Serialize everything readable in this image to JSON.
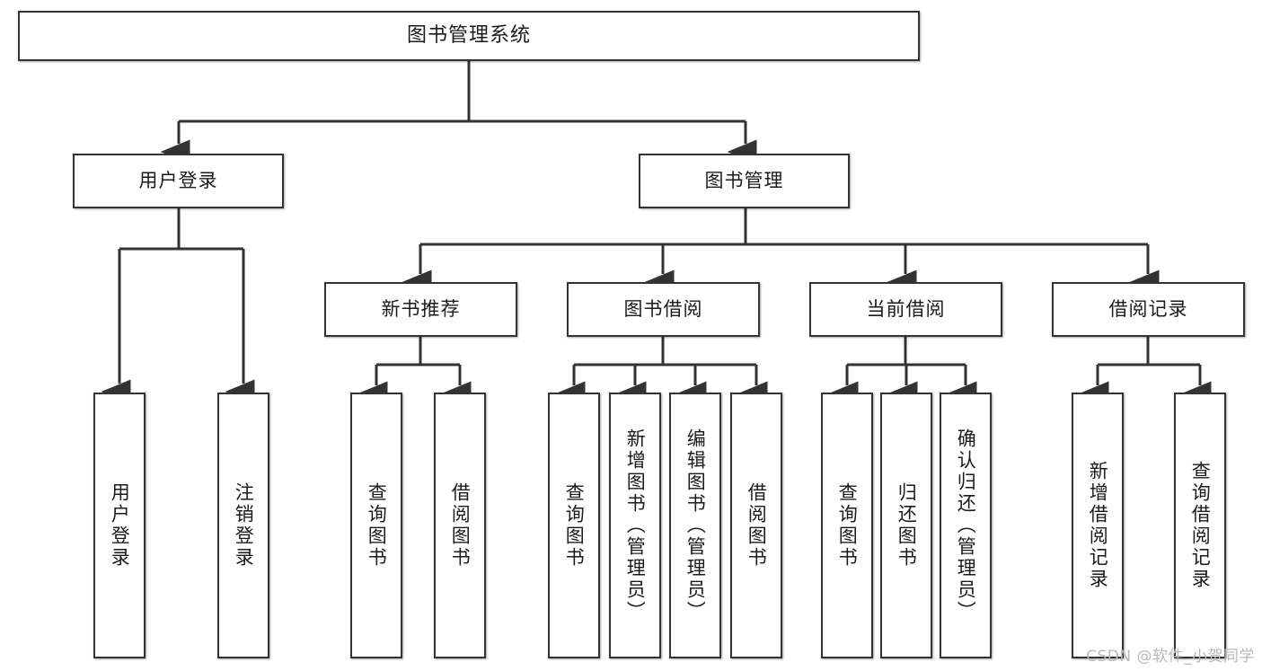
{
  "diagram": {
    "title": "图书管理系统",
    "watermark": "CSDN @软件_小贺同学",
    "line_color": "#333333",
    "box_border_color": "#333333",
    "box_fill_color": "#ffffff",
    "text_color": "#1b1b1b",
    "root": {
      "id": "root",
      "label": "图书管理系统"
    },
    "level2": [
      {
        "id": "user-login",
        "label": "用户登录"
      },
      {
        "id": "book-management",
        "label": "图书管理"
      }
    ],
    "level3": [
      {
        "id": "new-book-recommend",
        "label": "新书推荐"
      },
      {
        "id": "book-borrow",
        "label": "图书借阅"
      },
      {
        "id": "current-borrow",
        "label": "当前借阅"
      },
      {
        "id": "borrow-record",
        "label": "借阅记录"
      }
    ],
    "leaves": {
      "user_login": [
        {
          "id": "leaf-user-login",
          "label": "用户登录"
        },
        {
          "id": "leaf-logout",
          "label": "注销登录"
        }
      ],
      "new_book_recommend": [
        {
          "id": "leaf-query-book-1",
          "label": "查询图书"
        },
        {
          "id": "leaf-borrow-book-1",
          "label": "借阅图书"
        }
      ],
      "book_borrow": [
        {
          "id": "leaf-query-book-2",
          "label": "查询图书"
        },
        {
          "id": "leaf-add-book",
          "label": "新增图书（管理员）"
        },
        {
          "id": "leaf-edit-book",
          "label": "编辑图书（管理员）"
        },
        {
          "id": "leaf-borrow-book-2",
          "label": "借阅图书"
        }
      ],
      "current_borrow": [
        {
          "id": "leaf-query-book-3",
          "label": "查询图书"
        },
        {
          "id": "leaf-return-book",
          "label": "归还图书"
        },
        {
          "id": "leaf-confirm-return",
          "label": "确认归还（管理员）"
        }
      ],
      "borrow_record": [
        {
          "id": "leaf-add-record",
          "label": "新增借阅记录"
        },
        {
          "id": "leaf-query-record",
          "label": "查询借阅记录"
        }
      ]
    }
  },
  "chart_data": {
    "type": "tree-diagram",
    "title": "图书管理系统",
    "orientation": "top-down",
    "nodes": [
      {
        "id": "root",
        "label": "图书管理系统",
        "level": 0,
        "parent": null
      },
      {
        "id": "user-login",
        "label": "用户登录",
        "level": 1,
        "parent": "root"
      },
      {
        "id": "book-management",
        "label": "图书管理",
        "level": 1,
        "parent": "root"
      },
      {
        "id": "leaf-user-login",
        "label": "用户登录",
        "level": 2,
        "parent": "user-login"
      },
      {
        "id": "leaf-logout",
        "label": "注销登录",
        "level": 2,
        "parent": "user-login"
      },
      {
        "id": "new-book-recommend",
        "label": "新书推荐",
        "level": 2,
        "parent": "book-management"
      },
      {
        "id": "book-borrow",
        "label": "图书借阅",
        "level": 2,
        "parent": "book-management"
      },
      {
        "id": "current-borrow",
        "label": "当前借阅",
        "level": 2,
        "parent": "book-management"
      },
      {
        "id": "borrow-record",
        "label": "借阅记录",
        "level": 2,
        "parent": "book-management"
      },
      {
        "id": "leaf-query-book-1",
        "label": "查询图书",
        "level": 3,
        "parent": "new-book-recommend"
      },
      {
        "id": "leaf-borrow-book-1",
        "label": "借阅图书",
        "level": 3,
        "parent": "new-book-recommend"
      },
      {
        "id": "leaf-query-book-2",
        "label": "查询图书",
        "level": 3,
        "parent": "book-borrow"
      },
      {
        "id": "leaf-add-book",
        "label": "新增图书（管理员）",
        "level": 3,
        "parent": "book-borrow"
      },
      {
        "id": "leaf-edit-book",
        "label": "编辑图书（管理员）",
        "level": 3,
        "parent": "book-borrow"
      },
      {
        "id": "leaf-borrow-book-2",
        "label": "借阅图书",
        "level": 3,
        "parent": "book-borrow"
      },
      {
        "id": "leaf-query-book-3",
        "label": "查询图书",
        "level": 3,
        "parent": "current-borrow"
      },
      {
        "id": "leaf-return-book",
        "label": "归还图书",
        "level": 3,
        "parent": "current-borrow"
      },
      {
        "id": "leaf-confirm-return",
        "label": "确认归还（管理员）",
        "level": 3,
        "parent": "current-borrow"
      },
      {
        "id": "leaf-add-record",
        "label": "新增借阅记录",
        "level": 3,
        "parent": "borrow-record"
      },
      {
        "id": "leaf-query-record",
        "label": "查询借阅记录",
        "level": 3,
        "parent": "borrow-record"
      }
    ]
  }
}
